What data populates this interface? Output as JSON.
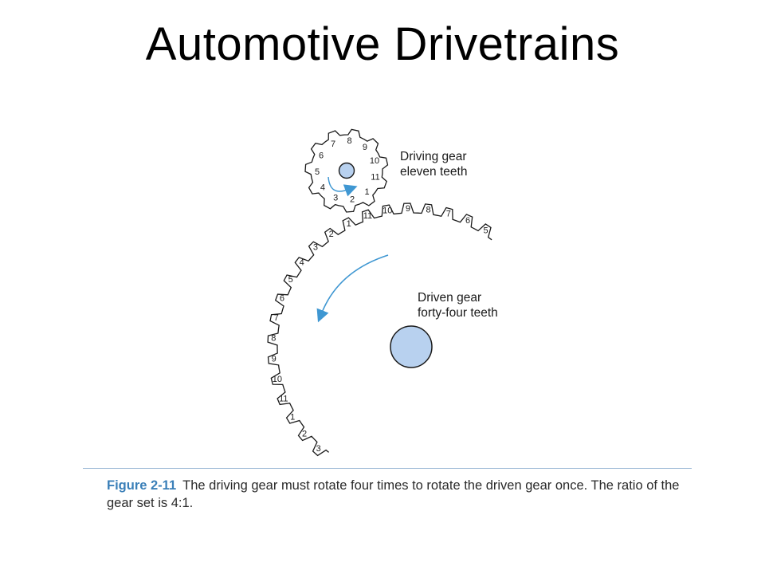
{
  "slide": {
    "title": "Automotive Drivetrains"
  },
  "diagram": {
    "driving_gear": {
      "label_line1": "Driving gear",
      "label_line2": "eleven teeth",
      "tooth_numbers": [
        "1",
        "2",
        "3",
        "4",
        "5",
        "6",
        "7",
        "8",
        "9",
        "10",
        "11"
      ]
    },
    "driven_gear": {
      "label_line1": "Driven gear",
      "label_line2": "forty-four teeth",
      "tooth_numbers": [
        "3",
        "2",
        "1",
        "11",
        "10",
        "9",
        "8",
        "7",
        "6",
        "5",
        "4",
        "3",
        "2",
        "1",
        "11",
        "10",
        "9",
        "8",
        "7",
        "6",
        "5"
      ]
    },
    "colors": {
      "hub_fill": "#b8d1ef",
      "hub_stroke": "#1a1a1a",
      "arrow": "#3f97d2",
      "gear_outline": "#1a1a1a"
    }
  },
  "caption": {
    "label": "Figure 2-11",
    "text": "The driving gear must rotate four times to rotate the driven gear once. The ratio of the gear set is 4:1."
  }
}
